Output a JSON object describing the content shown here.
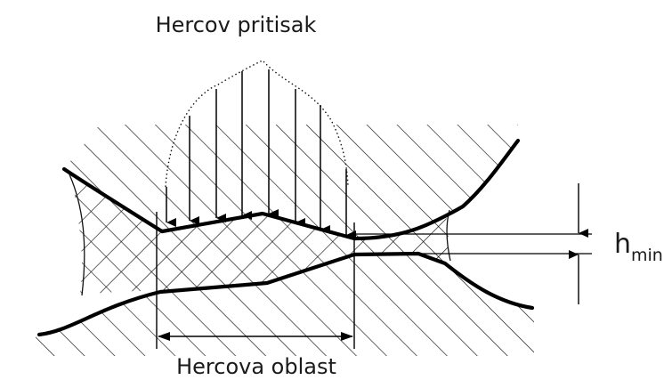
{
  "diagram": {
    "title_top": "Hercov pritisak",
    "label_bottom": "Hercova oblast",
    "label_right_main": "h",
    "label_right_sub": "min",
    "line_color": "#000000",
    "background_color": "#ffffff"
  }
}
